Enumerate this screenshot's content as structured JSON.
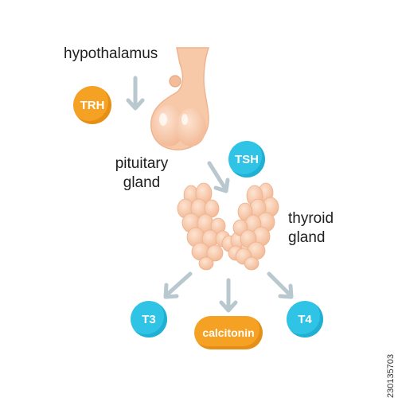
{
  "labels": {
    "hypothalamus": "hypothalamus",
    "pituitary_line1": "pituitary",
    "pituitary_line2": "gland",
    "thyroid_line1": "thyroid",
    "thyroid_line2": "gland"
  },
  "hormones": {
    "trh": "TRH",
    "tsh": "TSH",
    "t3": "T3",
    "t4": "T4",
    "calcitonin": "calcitonin"
  },
  "stock_id": "230135703",
  "colors": {
    "orange": "#f5a123",
    "blue": "#2fc4e6",
    "gland": "#f7c9a8",
    "arrow": "#b9c7cf"
  }
}
